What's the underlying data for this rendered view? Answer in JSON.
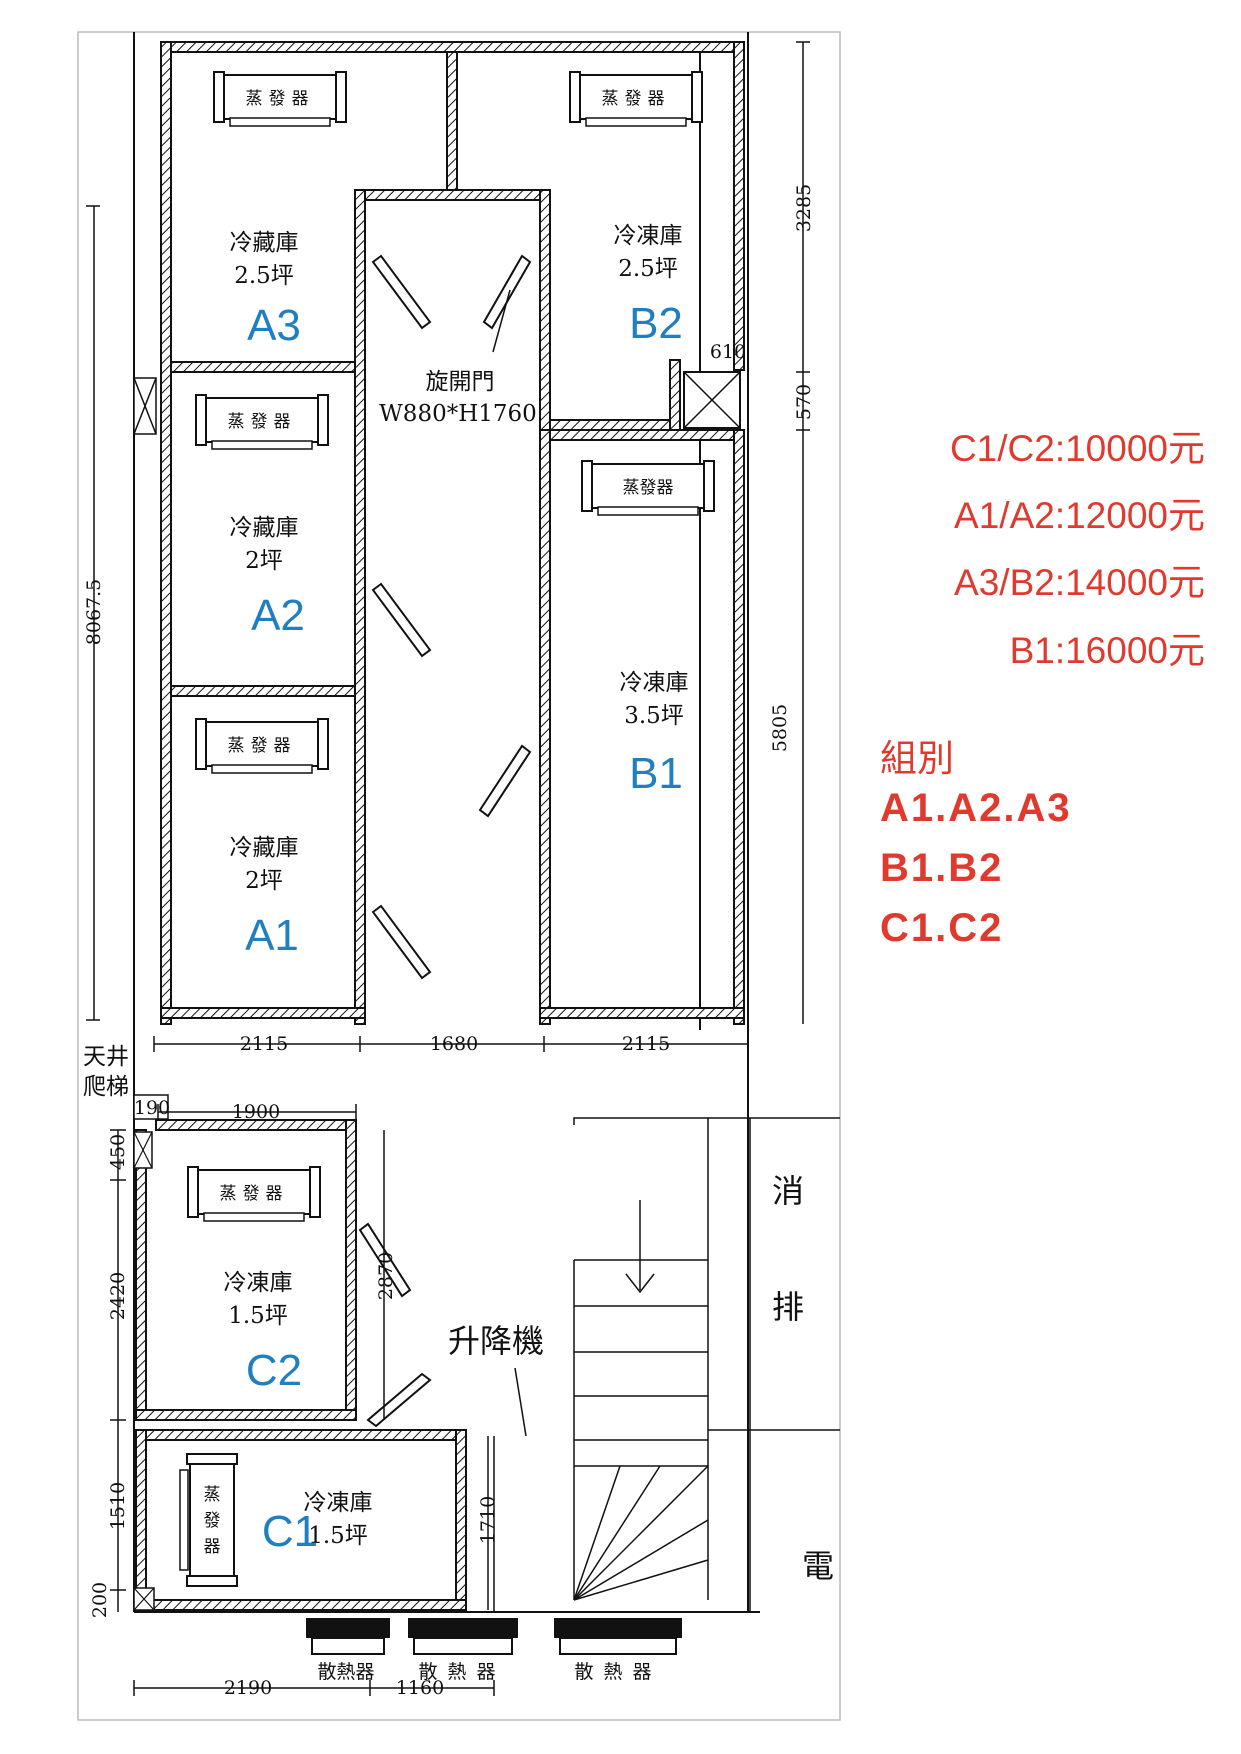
{
  "rooms": [
    {
      "id": "A3",
      "label": "冷藏庫",
      "size": "2.5坪",
      "code": "A3"
    },
    {
      "id": "A2",
      "label": "冷藏庫",
      "size": "2坪",
      "code": "A2"
    },
    {
      "id": "A1",
      "label": "冷藏庫",
      "size": "2坪",
      "code": "A1"
    },
    {
      "id": "B2",
      "label": "冷凍庫",
      "size": "2.5坪",
      "code": "B2"
    },
    {
      "id": "B1",
      "label": "冷凍庫",
      "size": "3.5坪",
      "code": "B1"
    },
    {
      "id": "C2",
      "label": "冷凍庫",
      "size": "1.5坪",
      "code": "C2"
    },
    {
      "id": "C1",
      "label": "冷凍庫",
      "size": "1.5坪",
      "code": "C1"
    }
  ],
  "evaporator": "蒸發器",
  "evaporator_vertical": [
    "蒸",
    "發",
    "器"
  ],
  "condenser": "散熱器",
  "door": {
    "name": "旋開門",
    "spec": "W880*H1760"
  },
  "lift": "升降機",
  "skylight": [
    "天井",
    "爬梯"
  ],
  "fire_exhaust": [
    "消",
    "排"
  ],
  "electric": "電",
  "dimensions": {
    "d8067": "8067.5",
    "d3285": "3285",
    "d610": "610",
    "d570": "570",
    "d5805": "5805",
    "d2115a": "2115",
    "d1680": "1680",
    "d2115b": "2115",
    "d190": "190",
    "d1900": "1900",
    "d450": "450",
    "d2420": "2420",
    "d2870": "2870",
    "d1510": "1510",
    "d1710": "1710",
    "d200": "200",
    "d2190": "2190",
    "d1160": "1160"
  },
  "prices": [
    "C1/C2:10000元",
    "A1/A2:12000元",
    "A3/B2:14000元",
    "B1:16000元"
  ],
  "groups": {
    "title": "組別",
    "items": [
      "A1.A2.A3",
      "B1.B2",
      "C1.C2"
    ]
  },
  "colors": {
    "code": "#1f7fc0",
    "price": "#e03a2f",
    "line": "#111111"
  }
}
